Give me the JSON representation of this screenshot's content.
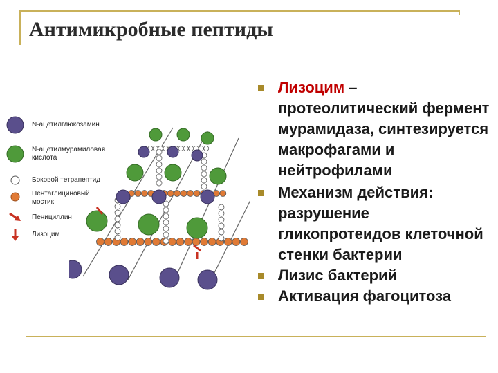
{
  "title": "Антимикробные пептиды",
  "legend": [
    {
      "label": "N-ацетилглюкозамин",
      "icon": "purple-circle-icon"
    },
    {
      "label": "N-ацетилмурамиловая кислота",
      "icon": "green-circle-icon"
    },
    {
      "label": "Боковой тетрапептид",
      "icon": "white-circle-icon"
    },
    {
      "label": "Пентаглициновый мостик",
      "icon": "orange-circle-icon"
    },
    {
      "label": "Пенициллин",
      "icon": "red-arrow-diagonal-icon"
    },
    {
      "label": "Лизоцим",
      "icon": "red-arrow-down-icon"
    }
  ],
  "bullets": [
    {
      "highlight": "Лизоцим",
      "rest": " – протеолитический фермент мурамидаза, синтезируется макрофагами и нейтрофилами"
    },
    {
      "highlight": "",
      "rest": "Механизм действия: разрушение гликопротеидов клеточной стенки бактерии"
    },
    {
      "highlight": "",
      "rest": "Лизис бактерий"
    },
    {
      "highlight": "",
      "rest": "Активация фагоцитоза"
    }
  ],
  "colors": {
    "purple": "#5a4f8c",
    "green": "#4f9a3a",
    "orange": "#e07a35",
    "red": "#c83222",
    "accent_line": "#c9b15a",
    "bullet_marker": "#a88a2a",
    "highlight_text": "#c00000"
  }
}
